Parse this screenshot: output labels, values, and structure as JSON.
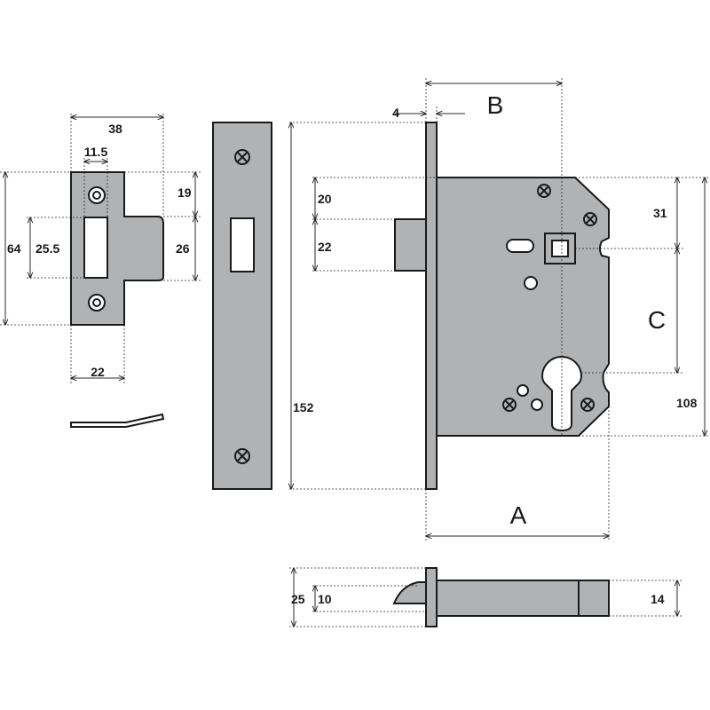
{
  "strike_plate": {
    "dims": {
      "width": "38",
      "slot_offset": "11.5",
      "top_hole": "19",
      "slot_height": "26",
      "overall": "64",
      "slot_section": "25.5",
      "lip": "22"
    }
  },
  "lock_body": {
    "dims": {
      "backset_gap": "4",
      "latch_top": "20",
      "latch_height": "22",
      "forend_height": "152",
      "spindle": "31",
      "case_height": "108",
      "bolt_projection": "14",
      "side_height": "25",
      "latch_thickness": "10"
    },
    "letters": {
      "backset": "A",
      "forend_depth": "B",
      "centres": "C"
    }
  },
  "colors": {
    "metal": "#b0b2b4",
    "ink": "#1a1a1a"
  }
}
